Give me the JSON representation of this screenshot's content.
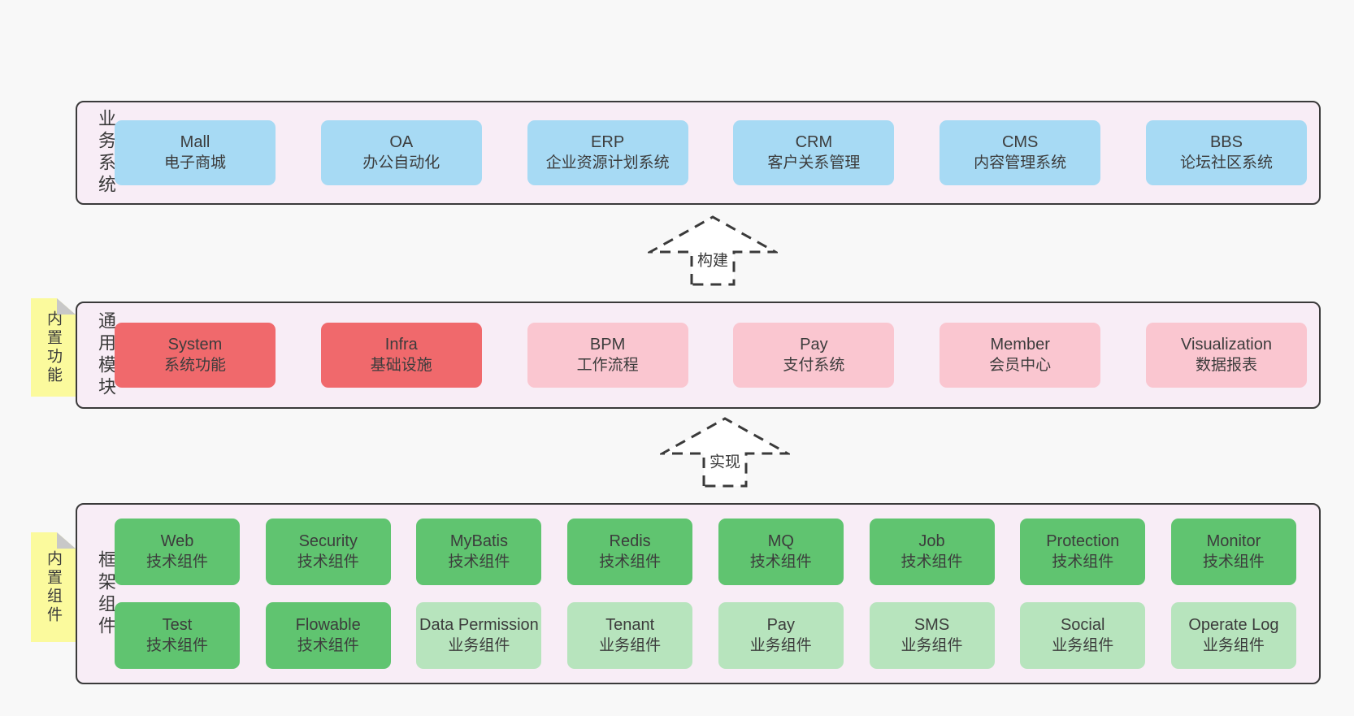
{
  "colors": {
    "page_bg": "#f8f8f8",
    "layer_bg": "#f8edf6",
    "layer_border": "#3a3a3a",
    "blue": "#a7daf4",
    "red": "#f0696c",
    "pink": "#fac6d0",
    "green_dark": "#60c470",
    "green_light": "#b7e4bd",
    "note_yellow": "#fbfa9d",
    "note_fold_gray": "#c8c8c8",
    "text": "#3c3c3c"
  },
  "arrows": {
    "build_label": "构建",
    "implement_label": "实现"
  },
  "layers": {
    "business": {
      "label": "业务系统",
      "items": [
        {
          "title": "Mall",
          "subtitle": "电子商城"
        },
        {
          "title": "OA",
          "subtitle": "办公自动化"
        },
        {
          "title": "ERP",
          "subtitle": "企业资源计划系统"
        },
        {
          "title": "CRM",
          "subtitle": "客户关系管理"
        },
        {
          "title": "CMS",
          "subtitle": "内容管理系统"
        },
        {
          "title": "BBS",
          "subtitle": "论坛社区系统"
        }
      ]
    },
    "modules": {
      "label": "通用模块",
      "note": "内置功能",
      "items": [
        {
          "title": "System",
          "subtitle": "系统功能"
        },
        {
          "title": "Infra",
          "subtitle": "基础设施"
        },
        {
          "title": "BPM",
          "subtitle": "工作流程"
        },
        {
          "title": "Pay",
          "subtitle": "支付系统"
        },
        {
          "title": "Member",
          "subtitle": "会员中心"
        },
        {
          "title": "Visualization",
          "subtitle": "数据报表"
        }
      ]
    },
    "components": {
      "label": "框架组件",
      "note": "内置组件",
      "row1": [
        {
          "title": "Web",
          "subtitle": "技术组件"
        },
        {
          "title": "Security",
          "subtitle": "技术组件"
        },
        {
          "title": "MyBatis",
          "subtitle": "技术组件"
        },
        {
          "title": "Redis",
          "subtitle": "技术组件"
        },
        {
          "title": "MQ",
          "subtitle": "技术组件"
        },
        {
          "title": "Job",
          "subtitle": "技术组件"
        },
        {
          "title": "Protection",
          "subtitle": "技术组件"
        },
        {
          "title": "Monitor",
          "subtitle": "技术组件"
        }
      ],
      "row2": [
        {
          "title": "Test",
          "subtitle": "技术组件"
        },
        {
          "title": "Flowable",
          "subtitle": "技术组件"
        },
        {
          "title": "Data Permission",
          "subtitle": "业务组件"
        },
        {
          "title": "Tenant",
          "subtitle": "业务组件"
        },
        {
          "title": "Pay",
          "subtitle": "业务组件"
        },
        {
          "title": "SMS",
          "subtitle": "业务组件"
        },
        {
          "title": "Social",
          "subtitle": "业务组件"
        },
        {
          "title": "Operate Log",
          "subtitle": "业务组件"
        }
      ]
    }
  }
}
